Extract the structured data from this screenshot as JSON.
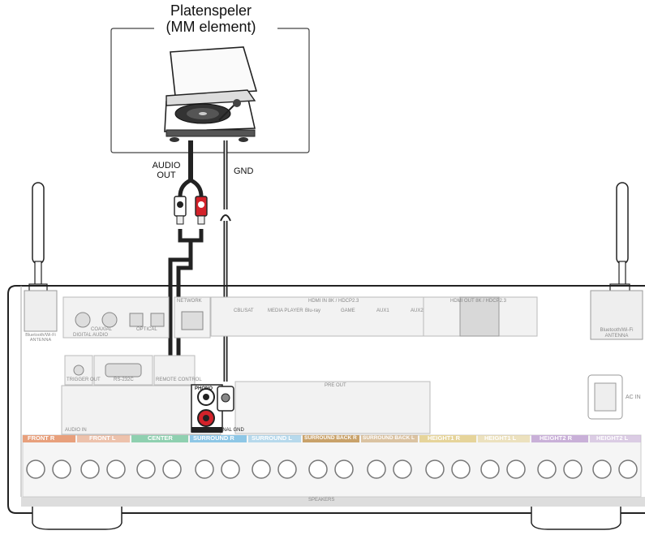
{
  "turntable": {
    "title": "Platenspeler",
    "subtitle": "(MM element)"
  },
  "cable_labels": {
    "audio_line1": "AUDIO",
    "audio_line2": "OUT",
    "gnd": "GND"
  },
  "antenna_labels": {
    "left": "Bluetooth/Wi-Fi ANTENNA",
    "right": "Bluetooth/Wi-Fi ANTENNA"
  },
  "panel": {
    "digital_audio": "DIGITAL AUDIO",
    "coaxial": "COAXIAL",
    "optical": "OPTICAL",
    "network": "NETWORK",
    "hdmi_in": "HDMI IN 8K / HDCP2.3",
    "hdmi_out": "HDMI OUT 8K / HDCP2.3",
    "hdmi_inputs": [
      "CBL/SAT",
      "MEDIA PLAYER",
      "Blu-ray",
      "GAME",
      "AUX1",
      "AUX2"
    ],
    "trigger": "TRIGGER OUT",
    "rs232c": "RS-232C",
    "remote": "REMOTE CONTROL",
    "audio_in": "AUDIO IN",
    "phono": "PHONO",
    "signal_gnd": "SIGNAL GND",
    "pre_out": "PRE OUT",
    "ac_in": "AC IN",
    "speakers_bar": "SPEAKERS"
  },
  "speaker_sections": [
    "FRONT R",
    "FRONT L",
    "CENTER",
    "SURROUND R",
    "SURROUND L",
    "SURROUND BACK R",
    "SURROUND BACK L",
    "HEIGHT1 R",
    "HEIGHT1 L",
    "HEIGHT2 R",
    "HEIGHT2 L"
  ],
  "colors": {
    "front": "#e8a07c",
    "center": "#8fd0b0",
    "surround": "#8ec7e6",
    "surround_back": "#c9a26a",
    "height1": "#e6d49a",
    "height2": "#c9b0d8",
    "plug_red": "#d3222a",
    "panel_line": "#333333"
  }
}
